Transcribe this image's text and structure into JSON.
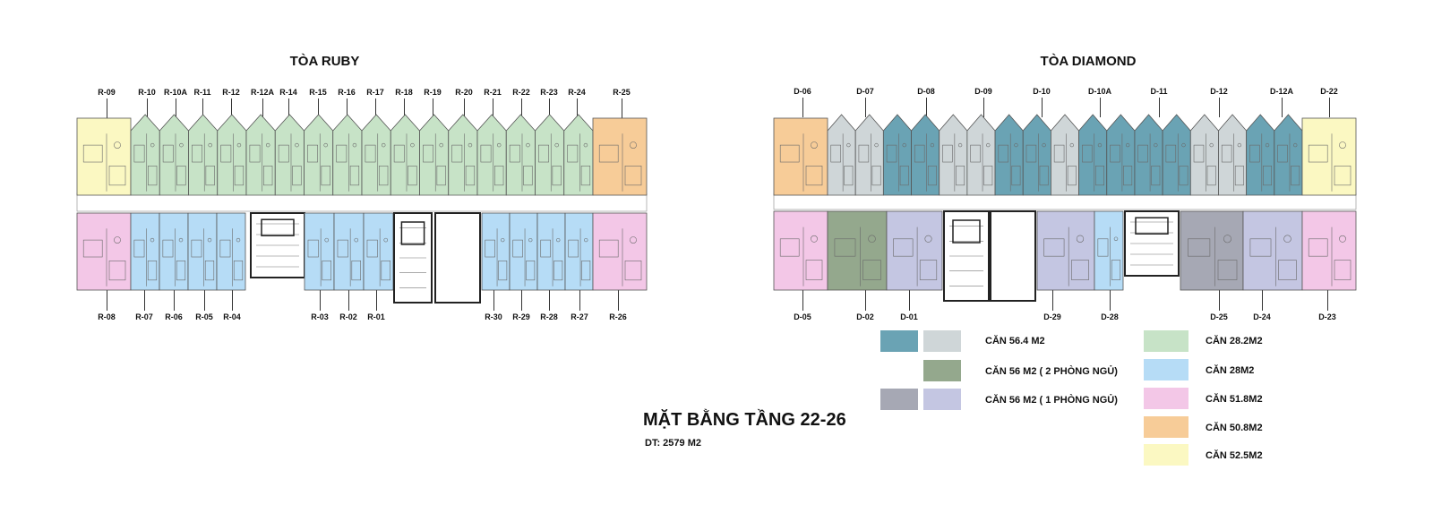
{
  "ruby": {
    "title": "TÒA RUBY",
    "top_labels": [
      "R-09",
      "R-10",
      "R-10A",
      "R-11",
      "R-12",
      "R-12A",
      "R-14",
      "R-15",
      "R-16",
      "R-17",
      "R-18",
      "R-19",
      "R-20",
      "R-21",
      "R-22",
      "R-23",
      "R-24",
      "R-25"
    ],
    "bottom_labels": [
      "R-08",
      "R-07",
      "R-06",
      "R-05",
      "R-04",
      "R-03",
      "R-02",
      "R-01",
      "R-30",
      "R-29",
      "R-28",
      "R-27",
      "R-26"
    ]
  },
  "diamond": {
    "title": "TÒA DIAMOND",
    "top_labels": [
      "D-06",
      "D-07",
      "D-08",
      "D-09",
      "D-10",
      "D-10A",
      "D-11",
      "D-12",
      "D-12A",
      "D-22"
    ],
    "bottom_labels": [
      "D-05",
      "D-02",
      "D-01",
      "D-29",
      "D-28",
      "D-25",
      "D-24",
      "D-23"
    ]
  },
  "legend": {
    "left": [
      {
        "label": "CĂN 56.4 M2",
        "colors": [
          "#6aa3b4",
          "#cfd6d8"
        ]
      },
      {
        "label": "CĂN 56 M2 ( 2 PHÒNG NGỦ)",
        "colors": [
          "#94a88d"
        ]
      },
      {
        "label": "CĂN 56 M2 ( 1 PHÒNG NGỦ)",
        "colors": [
          "#a6a8b4",
          "#c4c6e2"
        ]
      }
    ],
    "right": [
      {
        "label": "CĂN 28.2M2",
        "color": "#c7e3c7"
      },
      {
        "label": "CĂN 28M2",
        "color": "#b6dcf6"
      },
      {
        "label": "CĂN 51.8M2",
        "color": "#f3c7e7"
      },
      {
        "label": "CĂN 50.8M2",
        "color": "#f7cc98"
      },
      {
        "label": "CĂN 52.5M2",
        "color": "#fbf8c2"
      }
    ]
  },
  "plan": {
    "title": "MẶT BẰNG TẦNG 22-26",
    "area": "DT: 2579 M2"
  }
}
